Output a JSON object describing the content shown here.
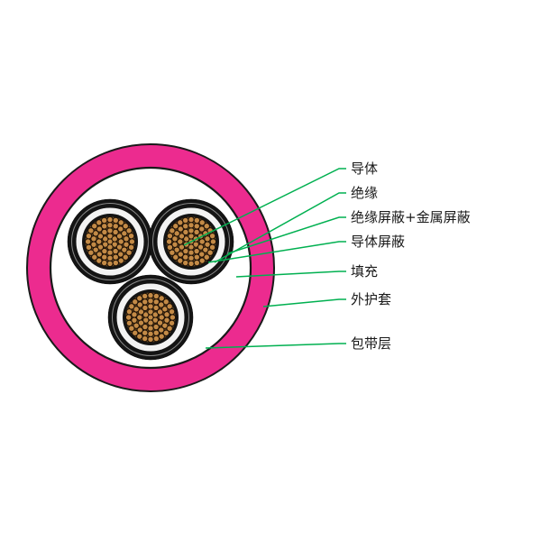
{
  "diagram": {
    "labels": [
      {
        "text": "导体"
      },
      {
        "text": "绝缘"
      },
      {
        "text": "绝缘屏蔽+金属屏蔽"
      },
      {
        "text": "导体屏蔽"
      },
      {
        "text": "填充"
      },
      {
        "text": "外护套"
      },
      {
        "text": "包带层"
      }
    ],
    "colors": {
      "sheath_pink": "#EC2B8F",
      "leader_green": "#00B050",
      "conductor_copper": "#C38A46",
      "conductor_interstice": "#6E4B20",
      "shield_black": "#141414",
      "insulation_white": "#F3F3F3"
    }
  }
}
